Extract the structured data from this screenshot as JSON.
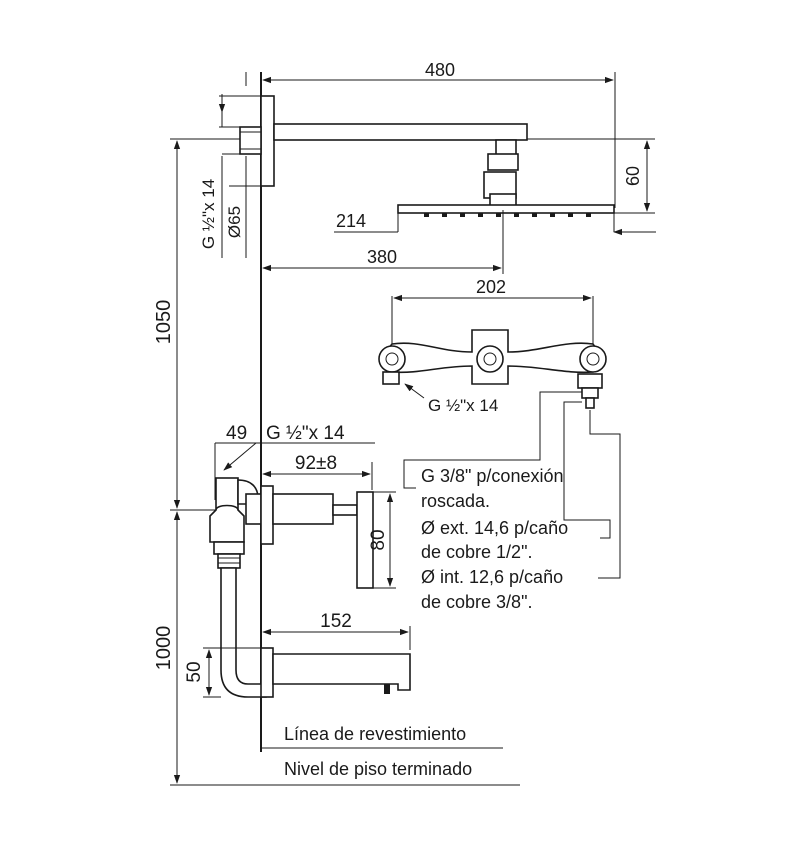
{
  "dimensions": {
    "d480": "480",
    "d60": "60",
    "d214": "214",
    "d380": "380",
    "d1050": "1050",
    "d_g_half_14_vertical": "G ½\"x 14",
    "d_diam65": "Ø65",
    "d202": "202",
    "d_g_half_14_valve": "G ½\"x 14",
    "d49": "49",
    "d_g_half_14_spout": "G ½\"x 14",
    "d92": "92±8",
    "d80": "80",
    "d152": "152",
    "d1000": "1000",
    "d50": "50"
  },
  "notes": {
    "g38_line1": "G 3/8\" p/conexión",
    "g38_line2": "roscada.",
    "ext_line1": "Ø ext. 14,6 p/caño",
    "ext_line2": "de cobre 1/2\".",
    "int_line1": "Ø int. 12,6 p/caño",
    "int_line2": "de cobre 3/8\"."
  },
  "reference_lines": {
    "wall_line": "Línea de revestimiento",
    "floor_line": "Nivel de piso terminado"
  }
}
